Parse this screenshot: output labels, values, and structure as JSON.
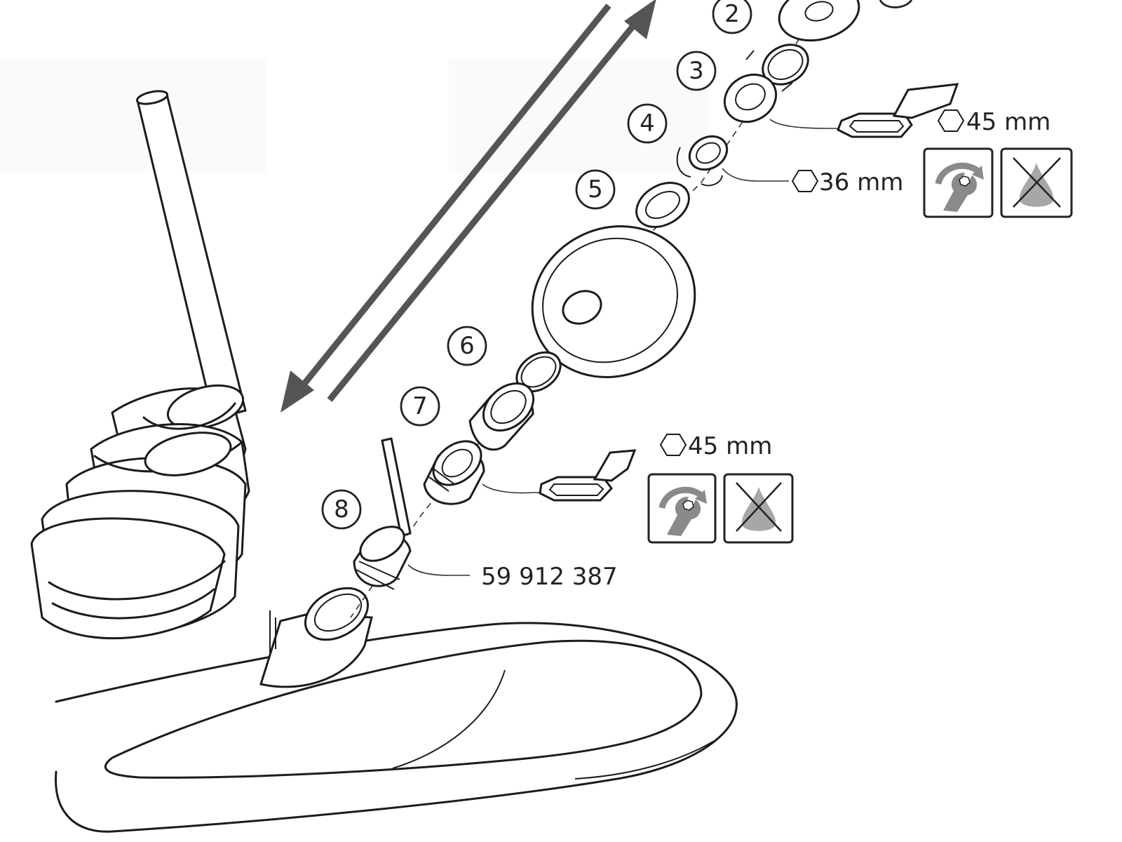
{
  "step_numbers": [
    "2",
    "3",
    "4",
    "5",
    "6",
    "7",
    "8"
  ],
  "wrench_sizes": {
    "top_nut": "45 mm",
    "locknut": "36 mm",
    "bottom_nut": "45 mm"
  },
  "part_number": "59 912 387",
  "icons": {
    "tighten": "wrench-tighten-icon",
    "no_grease": "no-grease-icon",
    "hex": "hex-nut-icon"
  }
}
